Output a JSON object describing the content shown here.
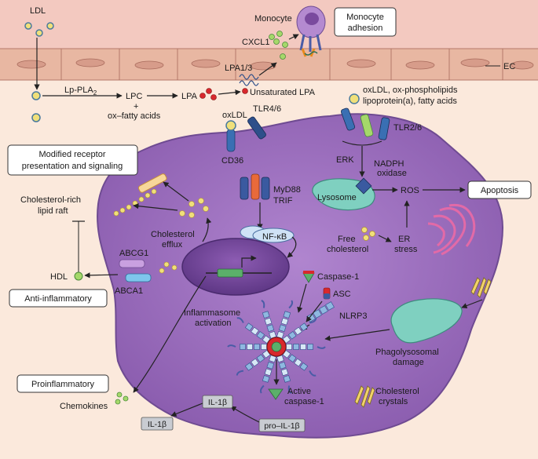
{
  "labels": {
    "ldl": "LDL",
    "monocyte": "Monocyte",
    "cxcl1": "CXCL1",
    "lpa13": "LPA1/3",
    "ec": "EC",
    "lp_pla2": "Lp-PLA",
    "lp_pla2_sub": "2",
    "lpc": "LPC",
    "lpc_plus": "+",
    "ox_fatty_acids": "ox–fatty acids",
    "lpa": "LPA",
    "unsaturated_lpa": "Unsaturated LPA",
    "oxldl_list_1": "oxLDL, ox-phospholipids",
    "oxldl_list_2": "lipoprotein(a), fatty acids",
    "oxldl": "oxLDL",
    "tlr46": "TLR4/6",
    "tlr26": "TLR2/6",
    "cd36": "CD36",
    "erk": "ERK",
    "nadph_1": "NADPH",
    "nadph_2": "oxidase",
    "lysosome": "Lysosome",
    "ros": "ROS",
    "myd88": "MyD88",
    "trif": "TRIF",
    "nfkb": "NF-κB",
    "cholesterol_rich_1": "Cholesterol-rich",
    "cholesterol_rich_2": "lipid raft",
    "cholesterol_efflux_1": "Cholesterol",
    "cholesterol_efflux_2": "efflux",
    "free_chol_1": "Free",
    "free_chol_2": "cholesterol",
    "er_1": "ER",
    "er_2": "stress",
    "abcg1": "ABCG1",
    "abca1": "ABCA1",
    "hdl": "HDL",
    "caspase1": "Caspase-1",
    "asc": "ASC",
    "nlrp3": "NLRP3",
    "inflammasome_1": "Inflammasome",
    "inflammasome_2": "activation",
    "phago_1": "Phagolysosomal",
    "phago_2": "damage",
    "active_casp_1": "Active",
    "active_casp_2": "caspase-1",
    "chol_crystals_1": "Cholesterol",
    "chol_crystals_2": "crystals",
    "chemokines": "Chemokines",
    "il1b": "IL-1β",
    "il1b_out": "IL-1β",
    "pro_il1b": "pro–IL-1β"
  },
  "boxes": {
    "monocyte_adhesion_1": "Monocyte",
    "monocyte_adhesion_2": "adhesion",
    "modified_receptor_1": "Modified receptor",
    "modified_receptor_2": "presentation and signaling",
    "apoptosis": "Apoptosis",
    "anti_inflammatory": "Anti-inflammatory",
    "proinflammatory": "Proinflammatory"
  },
  "colors": {
    "background": "#fbe9dc",
    "endothelium": "#e8b7a2",
    "cell": "#9b6bbd",
    "nucleus": "#7a4a9e",
    "lysosome": "#7fd0c0",
    "er": "#e26aa7",
    "ldl_particle": "#f0e07a",
    "hdl": "#a5d86a"
  }
}
